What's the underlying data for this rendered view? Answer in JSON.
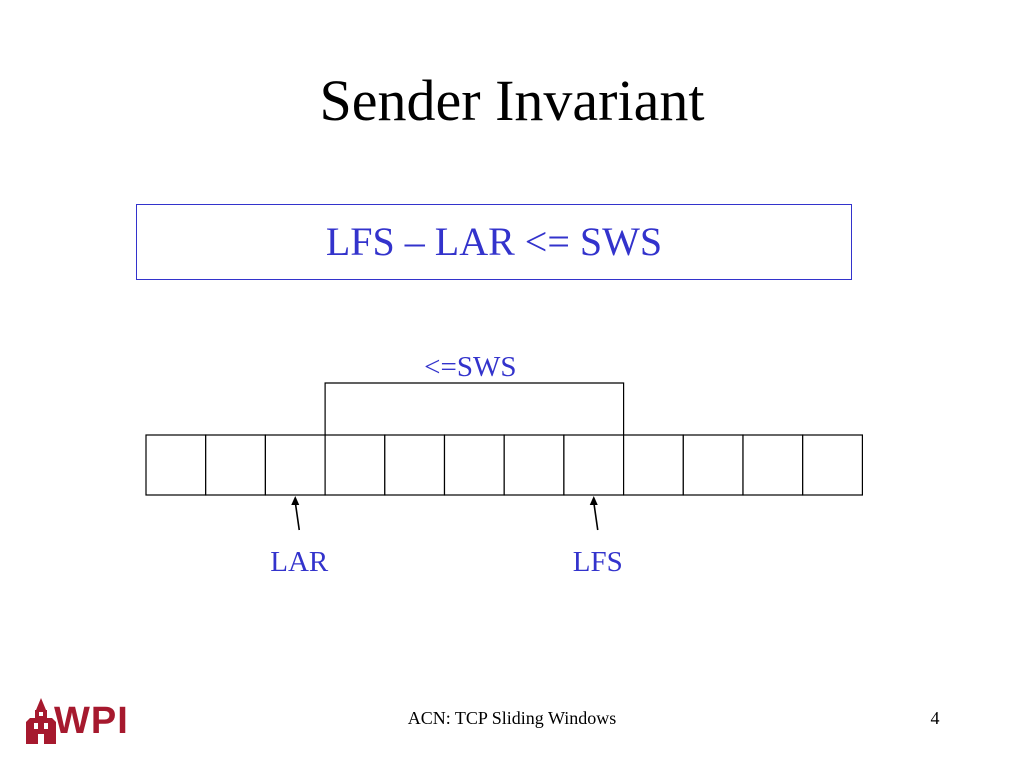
{
  "slide": {
    "title": "Sender Invariant",
    "formula": "LFS – LAR <= SWS"
  },
  "diagram": {
    "window_label": "<=SWS",
    "cell_count": 12,
    "window_start_cell": 3,
    "window_end_cell": 8,
    "pointers": [
      {
        "label": "LAR",
        "cell": 2
      },
      {
        "label": "LFS",
        "cell": 7
      }
    ],
    "colors": {
      "label": "#3333cc",
      "line": "#000000"
    }
  },
  "footer": {
    "text": "ACN: TCP Sliding Windows",
    "page": "4",
    "logo_text": "WPI",
    "logo_color": "#a6192e"
  }
}
